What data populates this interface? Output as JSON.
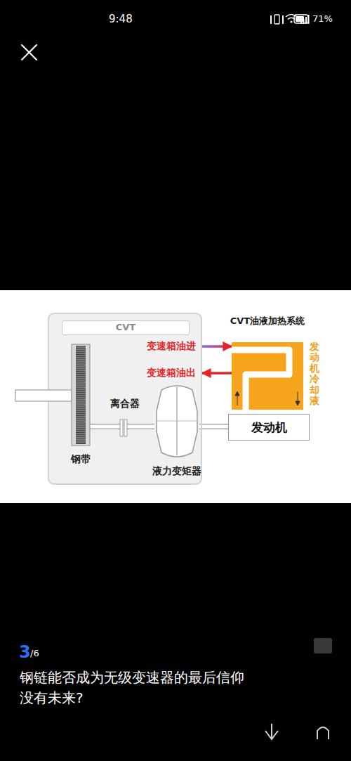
{
  "diagram": {
    "caption": "钢链能否成为无级变速器的最后信仰 没有未来?",
    "nodes": [
      {
        "text": [
          "CVT"
        ]
      },
      {
        "text": [
          "钢带"
        ],
        "in": 0
      },
      {
        "text": [
          "离合器"
        ],
        "in": 0
      },
      {
        "text": [
          "液力变矩器"
        ],
        "in": 0
      },
      {
        "text": [
          "发动机"
        ]
      },
      {
        "text": [
          "CVT油液加热系统"
        ]
      }
    ],
    "edges": [
      {
        "from": 1,
        "to": 2,
        "arrow": "none"
      },
      {
        "from": 2,
        "to": 3,
        "arrow": "none"
      },
      {
        "from": 3,
        "to": 4,
        "arrow": "none"
      },
      {
        "from": 0,
        "to": 5,
        "label": "变速箱油进",
        "arrow": "to"
      },
      {
        "from": 5,
        "to": 0,
        "label": "变速箱油出",
        "arrow": "to"
      }
    ],
    "labels": [
      "9:48",
      "71%",
      "发动机冷却液",
      "3",
      "/6"
    ]
  }
}
